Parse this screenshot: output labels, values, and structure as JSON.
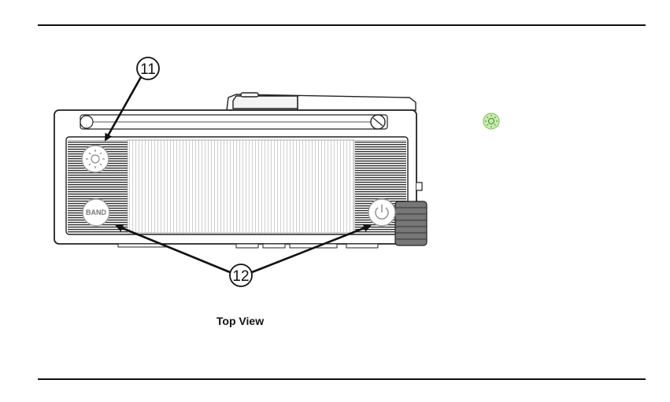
{
  "callouts": {
    "light_button": "11",
    "side_buttons": "12"
  },
  "buttons": {
    "band_label": "BAND"
  },
  "caption": "Top View",
  "icon": {
    "name": "light-bulb-icon",
    "color": "#8fcf6a"
  }
}
